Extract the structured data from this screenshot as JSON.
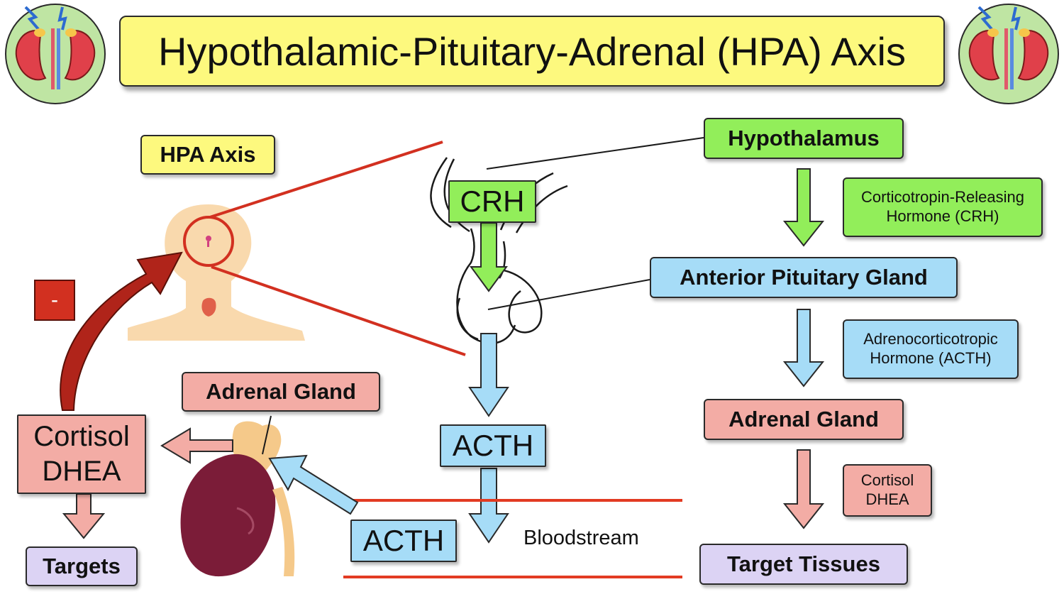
{
  "title": "Hypothalamic-Pituitary-Adrenal (HPA) Axis",
  "left_panel": {
    "hpa_axis_label": "HPA Axis",
    "negative_feedback_sign": "-",
    "adrenal_gland_label": "Adrenal Gland",
    "output_line1": "Cortisol",
    "output_line2": "DHEA",
    "targets_label": "Targets"
  },
  "center_panel": {
    "crh_label": "CRH",
    "acth_label": "ACTH",
    "acth_blood_label": "ACTH",
    "bloodstream_label": "Bloodstream"
  },
  "flow": {
    "hypothalamus": "Hypothalamus",
    "crh_full_line1": "Corticotropin-Releasing",
    "crh_full_line2": "Hormone (CRH)",
    "anterior_pituitary": "Anterior Pituitary Gland",
    "acth_full_line1": "Adrenocorticotropic",
    "acth_full_line2": "Hormone (ACTH)",
    "adrenal_gland": "Adrenal Gland",
    "hormones_line1": "Cortisol",
    "hormones_line2": "DHEA",
    "target_tissues": "Target Tissues"
  },
  "colors": {
    "title_bg": "#fdf97e",
    "hypothalamus_green": "#92ee5a",
    "pituitary_blue": "#a6dcf7",
    "adrenal_pink": "#f3aca5",
    "target_lilac": "#dcd3f4",
    "feedback_red": "#c0281c",
    "bloodstream_red": "#e23b22"
  }
}
